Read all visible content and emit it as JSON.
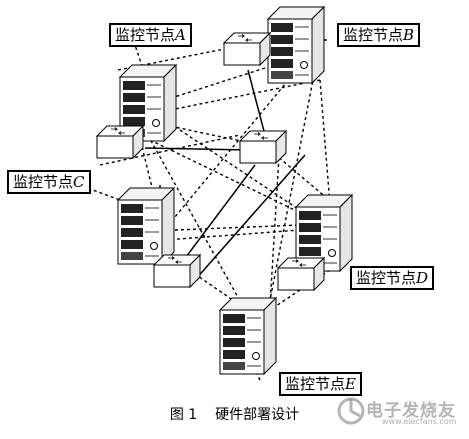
{
  "nodes": [
    {
      "id": "A",
      "label": "监控节点",
      "letter": "A"
    },
    {
      "id": "B",
      "label": "监控节点",
      "letter": "B"
    },
    {
      "id": "C",
      "label": "监控节点",
      "letter": "C"
    },
    {
      "id": "D",
      "label": "监控节点",
      "letter": "D"
    },
    {
      "id": "E",
      "label": "监控节点",
      "letter": "E"
    }
  ],
  "caption": {
    "figure_number": "图 1",
    "title": "硬件部署设计"
  },
  "watermark": {
    "text": "电子发烧友",
    "url": "www.elecfans.com"
  }
}
